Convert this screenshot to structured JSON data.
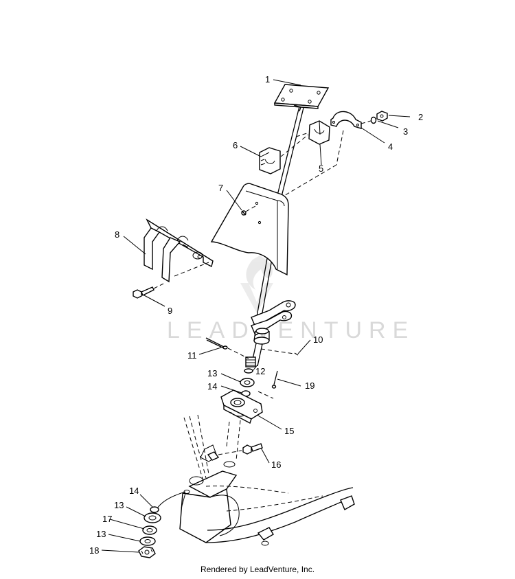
{
  "watermark": "LEADVENTURE",
  "credit": "Rendered by LeadVenture, Inc.",
  "callouts": {
    "c1": "1",
    "c2": "2",
    "c3": "3",
    "c4": "4",
    "c5": "5",
    "c6": "6",
    "c7": "7",
    "c8": "8",
    "c9": "9",
    "c10": "10",
    "c11": "11",
    "c12": "12",
    "c13a": "13",
    "c14a": "14",
    "c15": "15",
    "c16": "16",
    "c19": "19",
    "c14b": "14",
    "c13b": "13",
    "c17": "17",
    "c13c": "13",
    "c18": "18"
  }
}
